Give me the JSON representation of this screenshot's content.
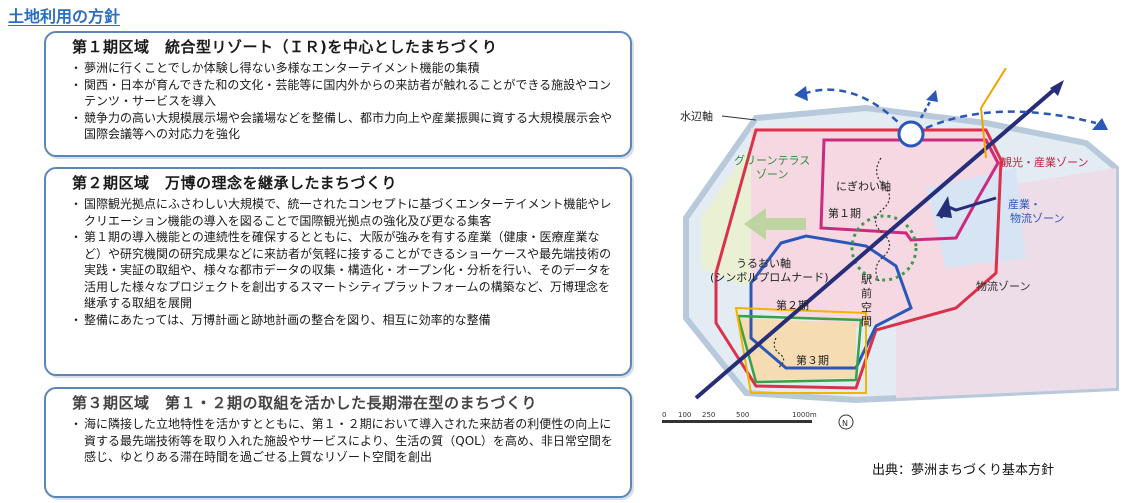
{
  "page_title": "土地利用の方針",
  "phase1": {
    "heading": "第１期区域　統合型リゾート（ＩＲ)を中心としたまちづくり",
    "items": [
      "夢洲に行くことでしか体験し得ない多様なエンターテイメント機能の集積",
      "関西・日本が育んできた和の文化・芸能等に国内外からの来訪者が触れることができる施設やコンテンツ・サービスを導入",
      "競争力の高い大規模展示場や会議場などを整備し、都市力向上や産業振興に資する大規模展示会や国際会議等への対応力を強化"
    ]
  },
  "phase2": {
    "heading": "第２期区域　万博の理念を継承したまちづくり",
    "items": [
      "国際観光拠点にふさわしい大規模で、統一されたコンセプトに基づくエンターテイメント機能やレクリエーション機能の導入を図ることで国際観光拠点の強化及び更なる集客",
      "第１期の導入機能との連続性を確保するとともに、大阪が強みを有する産業（健康・医療産業など）や研究機関の研究成果などに来訪者が気軽に接することができるショーケースや最先端技術の実践・実証の取組や、様々な都市データの収集・構造化・オープン化・分析を行い、そのデータを活用した様々なプロジェクトを創出するスマートシティプラットフォームの構築など、万博理念を継承する取組を展開",
      "整備にあたっては、万博計画と跡地計画の整合を図り、相互に効率的な整備"
    ]
  },
  "phase3": {
    "heading": "第３期区域　第１・２期の取組を活かした長期滞在型のまちづくり",
    "items": [
      "海に隣接した立地特性を活かすとともに、第１・２期において導入された来訪者の利便性の向上に資する最先端技術等を取り入れた施設やサービスにより、生活の質（QOL）を高め、非日常空間を感じ、ゆとりある滞在時間を過ごせる上質なリゾート空間を創出"
    ]
  },
  "map": {
    "labels": {
      "waterfront_axis": "水辺軸",
      "green_terrace_1": "グリーンテラス",
      "green_terrace_2": "ゾーン",
      "tourism_zone": "観光・産業ゾーン",
      "industry_zone_1": "産業・",
      "industry_zone_2": "物流ゾーン",
      "logistics_zone": "物流ゾーン",
      "nigiwai_axis": "にぎわい軸",
      "uruoi_axis_1": "うるおい軸",
      "uruoi_axis_2": "(シンボルプロムナード)",
      "phase1": "第１期",
      "phase2": "第２期",
      "phase3": "第３期",
      "station_1": "駅",
      "station_2": "前",
      "station_3": "空",
      "station_4": "間"
    },
    "scale_ticks": [
      "0",
      "100",
      "250",
      "500",
      "1000m"
    ],
    "north_label": "N"
  },
  "source": "出典：夢洲まちづくり基本方針"
}
